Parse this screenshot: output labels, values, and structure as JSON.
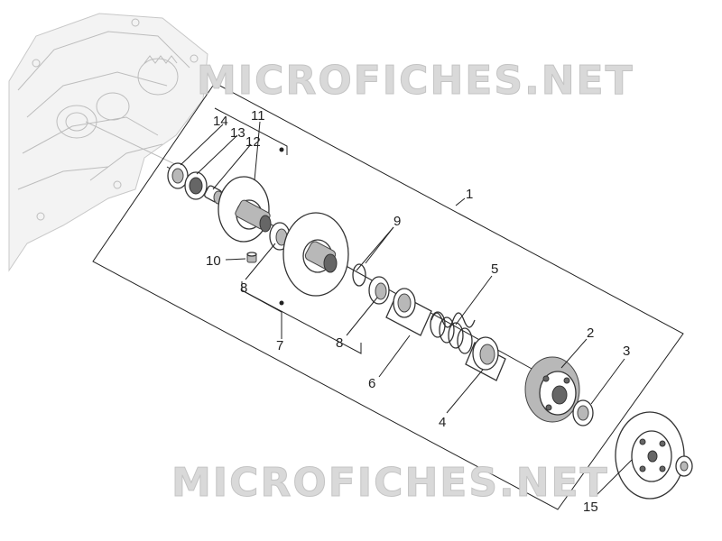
{
  "watermark": {
    "top": "MICROFICHES.NET",
    "bottom": "MICROFICHES.NET"
  },
  "callouts": {
    "c1": "1",
    "c2": "2",
    "c3": "3",
    "c4": "4",
    "c5": "5",
    "c6": "6",
    "c7": "7",
    "c8a": "8",
    "c8b": "8",
    "c9": "9",
    "c10": "10",
    "c11": "11",
    "c12": "12",
    "c13": "13",
    "c14": "14",
    "c15": "15"
  }
}
